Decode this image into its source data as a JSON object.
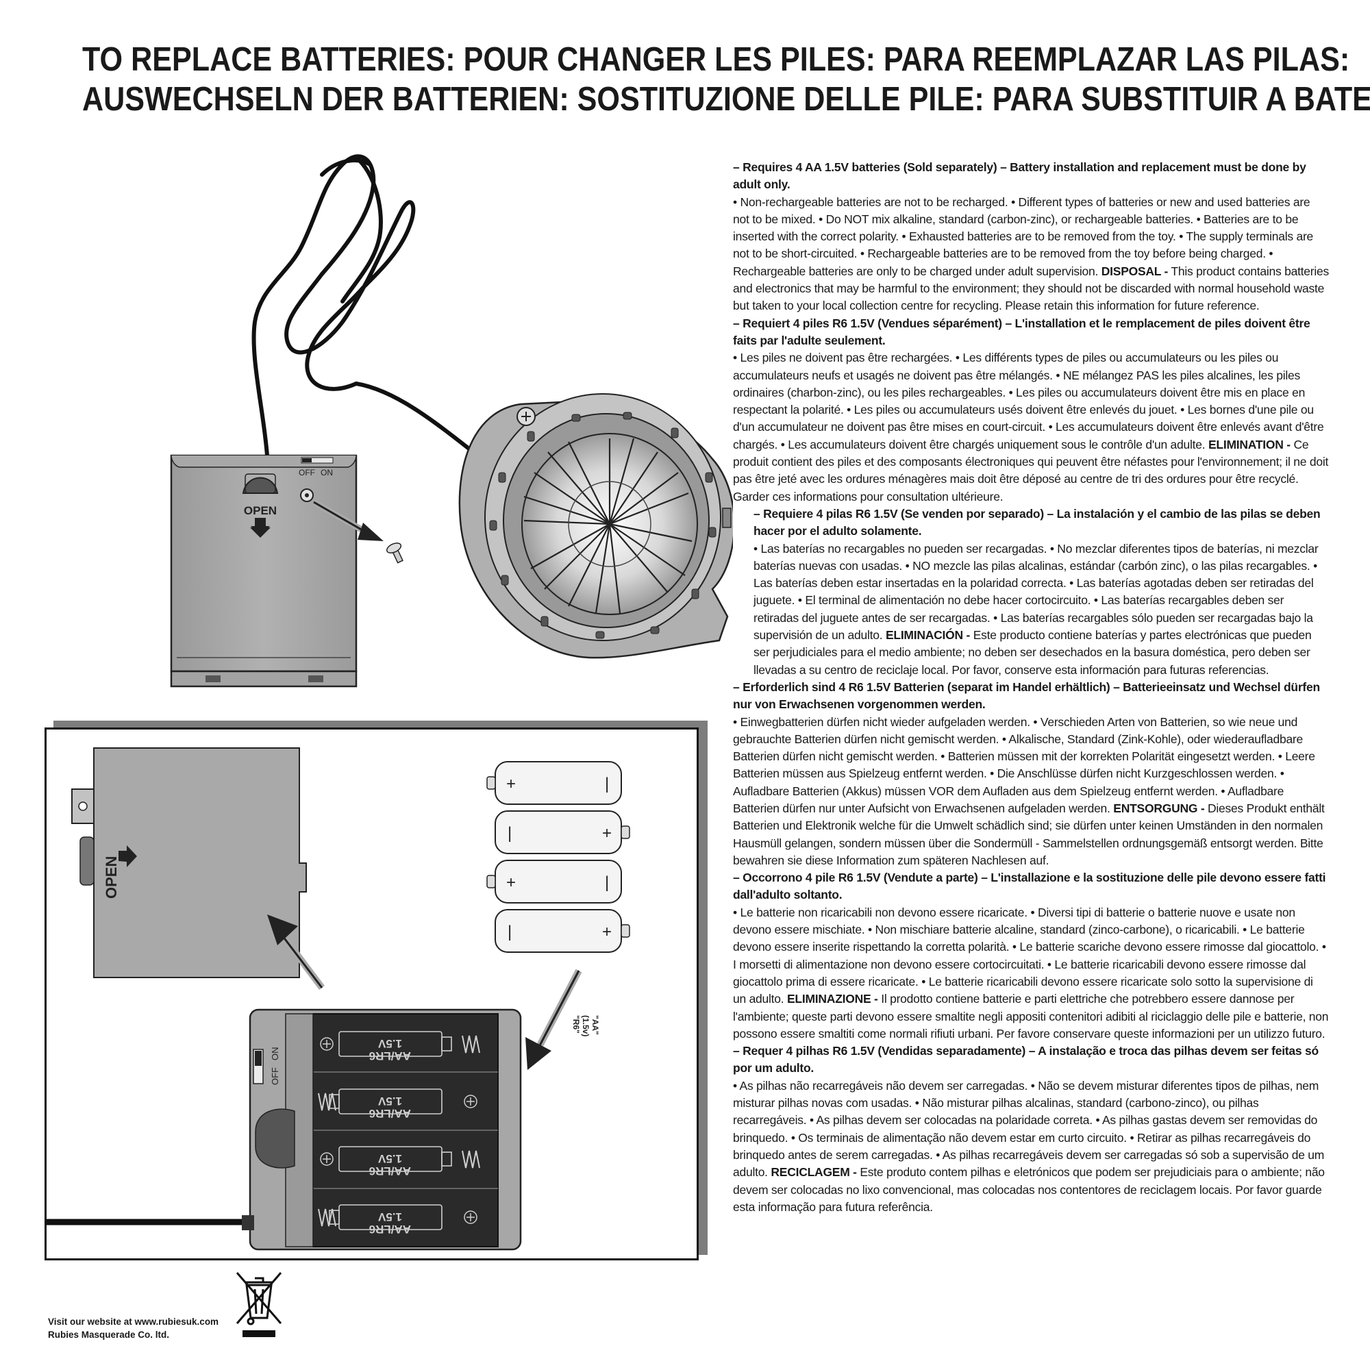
{
  "header": {
    "line1": "TO REPLACE BATTERIES: POUR CHANGER LES PILES: PARA REEMPLAZAR LAS PILAS:",
    "line2": "AUSWECHSELN DER BATTERIEN: SOSTITUZIONE DELLE PILE: PARA SUBSTITUIR A BATERIA:"
  },
  "figure_labels": {
    "box_off": "OFF",
    "box_on": "ON",
    "box_open": "OPEN",
    "lid_open": "OPEN",
    "holder_off": "OFF",
    "holder_on": "ON",
    "cell_label_a": "1.5V",
    "cell_label_b": "AA/LR6",
    "battery_plus": "+",
    "battery_minus": "|",
    "battery_type_1": "\"AA\"",
    "battery_type_2": "(1.5v)",
    "battery_type_3": "\"R6\""
  },
  "sections": [
    {
      "id": "en",
      "heading": "– Requires 4 AA 1.5V batteries (Sold separately) – Battery installation and replacement must be done by adult only.",
      "body": "• Non-rechargeable batteries are not to be recharged. • Different types of batteries or new and used batteries are not to be mixed. • Do NOT mix alkaline, standard (carbon-zinc), or rechargeable batteries. • Batteries are to be inserted with the correct polarity. • Exhausted batteries are to be removed from the toy.  • The supply terminals are not to be short-circuited. • Rechargeable batteries are to be removed from the toy before being charged. • Rechargeable batteries are only to be charged under adult supervision.",
      "disposal_label": "DISPOSAL -",
      "disposal_text": " This product contains batteries and electronics that may be harmful to the environment; they should not be discarded with normal household waste but taken to your local collection centre for recycling. Please retain this information for future reference."
    },
    {
      "id": "fr",
      "heading": "– Requiert 4 piles R6 1.5V (Vendues séparément) – L'installation et le remplacement de piles doivent être faits par l'adulte seulement.",
      "body": "• Les piles ne doivent pas être rechargées. • Les différents types de piles ou accumulateurs ou les piles ou accumulateurs neufs et usagés ne doivent pas être mélangés. • NE mélangez PAS les piles alcalines, les piles ordinaires (charbon-zinc), ou les piles rechargeables. • Les piles ou accumulateurs doivent être mis en place en respectant la polarité. • Les piles ou accumulateurs usés doivent être enlevés du jouet. • Les bornes d'une pile ou d'un accumulateur ne doivent pas être mises en court-circuit. • Les accumulateurs doivent être enlevés avant d'être chargés. • Les accumulateurs doivent être chargés uniquement sous le contrôle d'un adulte.",
      "disposal_label": "ELIMINATION -",
      "disposal_text": " Ce produit contient des piles et des composants électroniques qui peuvent être néfastes pour l'environnement; il ne doit pas être jeté avec les ordures ménagères mais doit être déposé au centre de tri des ordures pour être recyclé. Garder ces informations pour consultation ultérieure."
    },
    {
      "id": "es",
      "heading": "– Requiere 4 pilas R6 1.5V (Se venden por separado) – La instalación y el cambio de las pilas se deben hacer por el adulto solamente.",
      "body": "• Las baterías no recargables no pueden ser recargadas. • No mezclar diferentes tipos de baterías, ni mezclar baterías nuevas con usadas. • NO mezcle las pilas alcalinas, estándar (carbón zinc), o las pilas recargables.     • Las baterías deben estar insertadas en la polaridad correcta. • Las baterías agotadas deben ser retiradas del juguete. • El terminal de alimentación no debe hacer cortocircuito. • Las baterías recargables deben ser retiradas del juguete antes de ser recargadas. • Las baterías recargables sólo pueden ser recargadas bajo la supervisión de   un adulto.",
      "disposal_label": "ELIMINACIÓN -",
      "disposal_text": " Este producto contiene baterías y partes electrónicas que pueden ser perjudiciales para el medio ambiente; no deben ser desechados en la basura doméstica, pero deben ser llevadas a su centro de reciclaje local. Por favor, conserve esta información para futuras referencias."
    },
    {
      "id": "de",
      "heading": "– Erforderlich sind 4 R6 1.5V Batterien (separat im Handel erhältlich) – Batterieeinsatz und Wechsel dürfen nur von Erwachsenen vorgenommen werden.",
      "body": "• Einwegbatterien dürfen nicht wieder aufgeladen werden. • Verschieden Arten von Batterien, so wie neue und gebrauchte Batterien dürfen nicht gemischt werden. • Alkalische, Standard (Zink-Kohle), oder wiederaufladbare Batterien dürfen nicht gemischt werden.  • Batterien müssen mit der korrekten Polarität eingesetzt werden. • Leere Batterien müssen aus Spielzeug entfernt werden. • Die Anschlüsse dürfen nicht Kurzgeschlossen werden. • Aufladbare Batterien (Akkus) müssen VOR dem Aufladen aus dem Spielzeug entfernt werden. • Aufladbare Batterien dürfen nur unter Aufsicht von Erwachsenen aufgeladen werden.",
      "disposal_label": "ENTSORGUNG -",
      "disposal_text": " Dieses Produkt enthält Batterien und Elektronik welche für die Umwelt schädlich sind; sie dürfen unter keinen Umständen in den normalen Hausmüll gelangen, sondern müssen über die Sondermüll - Sammelstellen ordnungsgemäß entsorgt werden. Bitte bewahren sie diese Information zum späteren Nachlesen auf."
    },
    {
      "id": "it",
      "heading": "– Occorrono 4 pile R6 1.5V (Vendute a parte) – L'installazione e la sostituzione delle pile devono essere fatti dall'adulto soltanto.",
      "body": "• Le batterie non ricaricabili non devono essere ricaricate. • Diversi tipi di batterie o batterie nuove e usate non devono essere mischiate. • Non mischiare batterie alcaline, standard (zinco-carbone), o ricaricabili. • Le batterie devono essere inserite rispettando la corretta polarità. • Le batterie scariche devono essere rimosse dal giocattolo. • I morsetti di alimentazione non devono essere cortocircuitati. • Le batterie ricaricabili devono essere rimosse dal giocattolo prima di essere ricaricate. • Le batterie ricaricabili devono essere ricaricate solo sotto la supervisione di un adulto.",
      "disposal_label": "ELIMINAZIONE -",
      "disposal_text": " Il prodotto contiene batterie e parti elettriche che potrebbero essere dannose per l'ambiente; queste parti devono essere smaltite negli appositi contenitori adibiti al riciclaggio delle pile e batterie, non possono essere smaltiti come normali rifiuti urbani. Per favore conservare queste informazioni per un utilizzo futuro."
    },
    {
      "id": "pt",
      "heading": "– Requer 4 pilhas R6 1.5V (Vendidas separadamente) – A instalação e troca das pilhas devem ser feitas só por um adulto.",
      "body": "• As pilhas não recarregáveis não devem ser carregadas. • Não se devem misturar diferentes tipos de pilhas, nem misturar pilhas novas com usadas. • Não misturar pilhas alcalinas, standard (carbono-zinco), ou pilhas recarregáveis. • As pilhas devem ser colocadas na polaridade correta. • As pilhas gastas devem ser removidas do brinquedo. • Os terminais de alimentação não devem estar em curto circuito. • Retirar as pilhas recarregáveis do brinquedo antes de serem carregadas. • As pilhas recarregáveis devem ser carregadas só sob a supervisão de um adulto.",
      "disposal_label": "RECICLAGEM -",
      "disposal_text": " Este produto contem pilhas e eletrónicos que podem ser prejudiciais para o ambiente; não devem ser colocadas no lixo convencional, mas colocadas nos contentores de reciclagem locais. Por favor guarde esta informação para futura referência."
    }
  ],
  "footer": {
    "website": "Visit our website at www.rubiesuk.com",
    "company": "Rubies Masquerade Co. ltd."
  }
}
